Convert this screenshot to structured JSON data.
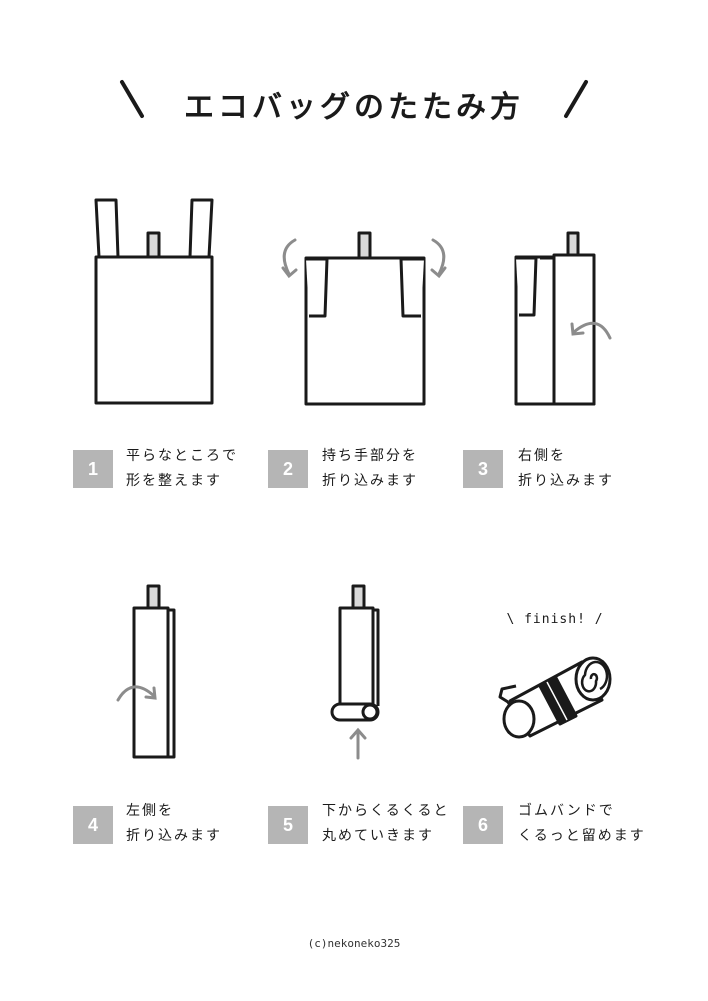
{
  "title": "エコバッグのたたみ方",
  "finish_label": "\\ finish! /",
  "credit": "(c)nekoneko325",
  "colors": {
    "line": "#1a1a1a",
    "badge": "#b5b5b5",
    "handle": "#d9d9d9",
    "arrow": "#8c8c8c"
  },
  "steps": [
    {
      "number": "1",
      "line1": "平らなところで",
      "line2": "形を整えます"
    },
    {
      "number": "2",
      "line1": "持ち手部分を",
      "line2": "折り込みます"
    },
    {
      "number": "3",
      "line1": "右側を",
      "line2": "折り込みます"
    },
    {
      "number": "4",
      "line1": "左側を",
      "line2": "折り込みます"
    },
    {
      "number": "5",
      "line1": "下からくるくると",
      "line2": "丸めていきます"
    },
    {
      "number": "6",
      "line1": "ゴムバンドで",
      "line2": "くるっと留めます"
    }
  ]
}
